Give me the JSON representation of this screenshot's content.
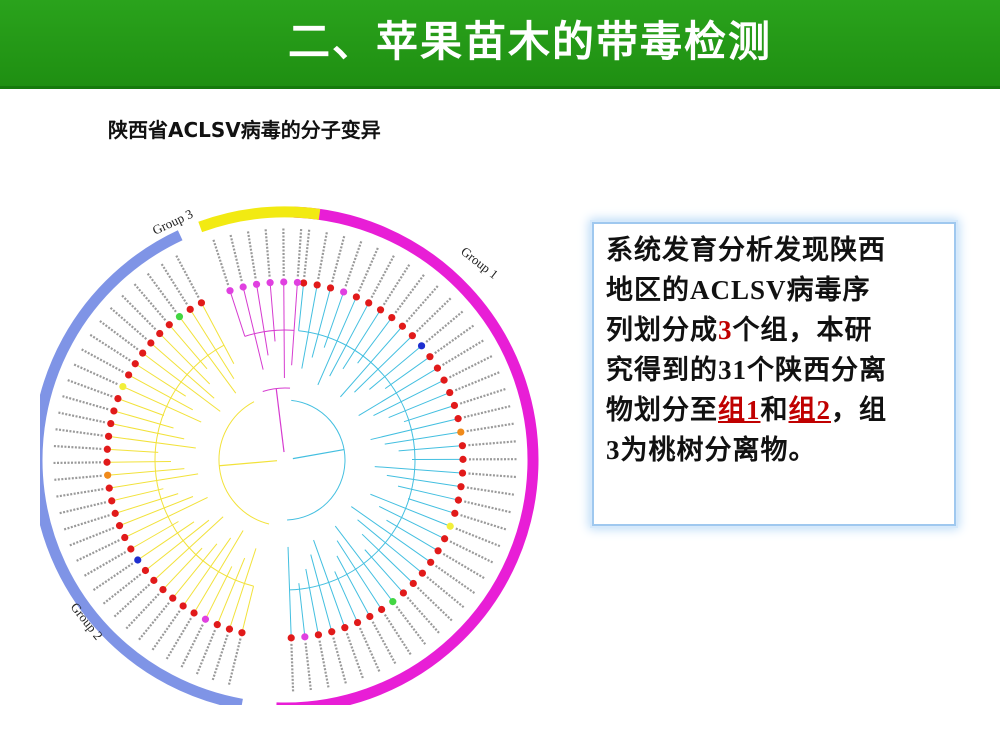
{
  "header": {
    "title": "二、苹果苗木的带毒检测"
  },
  "subtitle": "陕西省ACLSV病毒的分子变异",
  "tree": {
    "group_labels": [
      "Group 1",
      "Group 2",
      "Group 3"
    ],
    "colors": {
      "group1": "#e81ed6",
      "group2": "#7f94e6",
      "group3": "#f2ea12",
      "branch_group1": "#43bfe0",
      "branch_group2": "#f2e23a",
      "branch_group3": "#d63bd0",
      "dot_main": "#e11a1a",
      "dot_blue": "#1e2fd0",
      "dot_green": "#42d642",
      "dot_orange": "#f08a1a",
      "dot_magenta": "#e040e0",
      "dot_yellow": "#f2ef3a"
    }
  },
  "info": {
    "line1": "系统发育分析发现陕西",
    "line2": "地区的ACLSV病毒序",
    "line3_a": "列划分成",
    "line3_num": "3",
    "line3_b": "个组，本研",
    "line4": "究得到的31个陕西分离",
    "line5_a": "物划分至",
    "line5_g1": "组1",
    "line5_mid": "和",
    "line5_g2": "组2",
    "line5_b": "，组",
    "line6": "3为桃树分离物。"
  }
}
